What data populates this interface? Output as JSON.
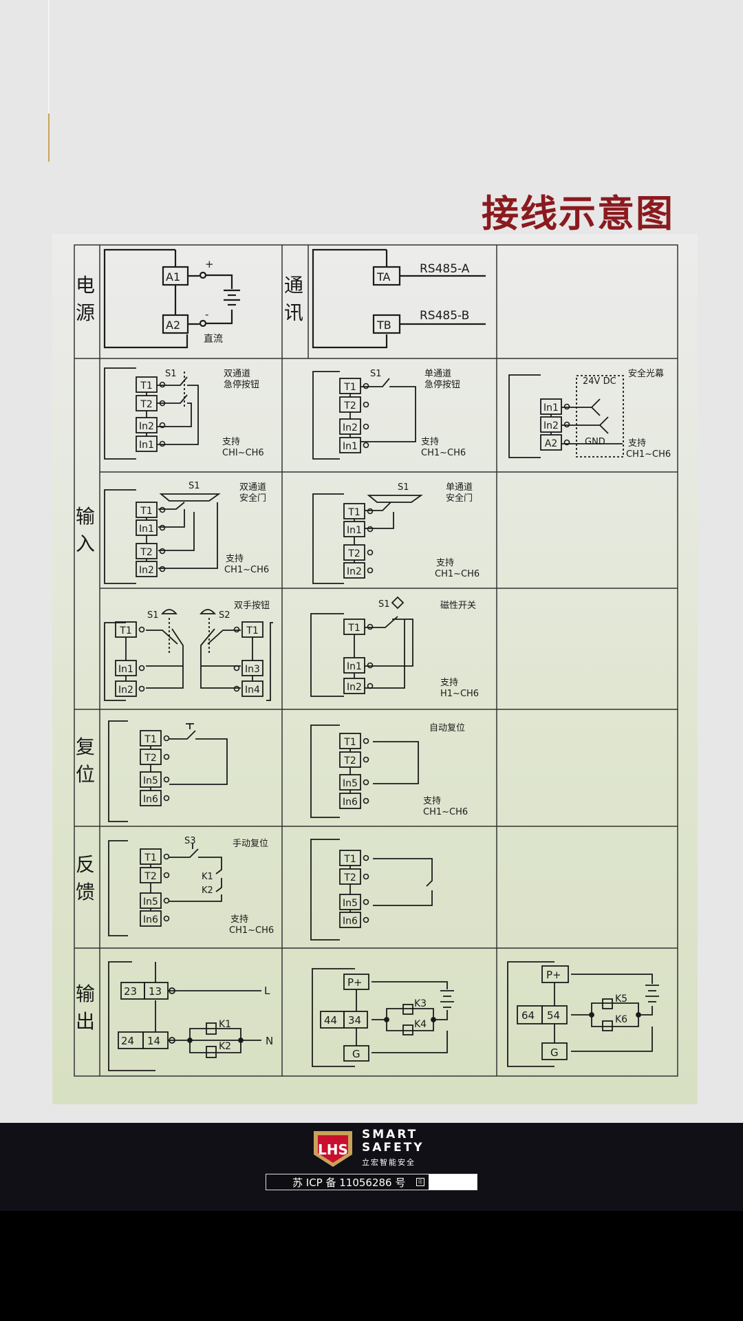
{
  "title": "接线示意图",
  "rows": [
    {
      "label": "电源"
    },
    {
      "label": "通讯"
    },
    {
      "label": "输入"
    },
    {
      "label": "复位"
    },
    {
      "label": "反馈"
    },
    {
      "label": "输出"
    }
  ],
  "power": {
    "t1": "A1",
    "t2": "A2",
    "plus": "+",
    "minus": "-",
    "caption": "直流"
  },
  "comm": {
    "t1": "TA",
    "t2": "TB",
    "line1": "RS485-A",
    "line2": "RS485-B"
  },
  "estop_dual": {
    "switch": "S1",
    "caption1": "双通道",
    "caption2": "急停按钮",
    "support1": "支持",
    "support2": "CHI~CH6",
    "terms": [
      "T1",
      "T2",
      "In2",
      "In1"
    ]
  },
  "estop_single": {
    "switch": "S1",
    "caption1": "单通道",
    "caption2": "急停按钮",
    "support1": "支持",
    "support2": "CH1~CH6",
    "terms": [
      "T1",
      "T2",
      "In2",
      "In1"
    ]
  },
  "light_curtain": {
    "caption": "安全光幕",
    "dc": "24V DC",
    "gnd": "GND",
    "support1": "支持",
    "support2": "CH1~CH6",
    "terms": [
      "In1",
      "In2",
      "A2"
    ]
  },
  "door_dual": {
    "switch": "S1",
    "caption1": "双通道",
    "caption2": "安全门",
    "support1": "支持",
    "support2": "CH1~CH6",
    "terms": [
      "T1",
      "In1",
      "T2",
      "In2"
    ]
  },
  "door_single": {
    "switch": "S1",
    "caption1": "单通道",
    "caption2": "安全门",
    "support1": "支持",
    "support2": "CH1~CH6",
    "terms": [
      "T1",
      "In1",
      "T2",
      "In2"
    ]
  },
  "two_hand": {
    "s1": "S1",
    "s2": "S2",
    "caption": "双手按钮",
    "left_terms": [
      "T1",
      "In1",
      "In2"
    ],
    "right_terms": [
      "T1",
      "In3",
      "In4"
    ]
  },
  "magnetic": {
    "switch": "S1",
    "caption": "磁性开关",
    "support1": "支持",
    "support2": "H1~CH6",
    "terms": [
      "T1",
      "In1",
      "In2"
    ]
  },
  "reset_manual": {
    "terms": [
      "T1",
      "T2",
      "In5",
      "In6"
    ]
  },
  "reset_auto": {
    "caption": "自动复位",
    "support1": "支持",
    "support2": "CH1~CH6",
    "terms": [
      "T1",
      "T2",
      "In5",
      "In6"
    ]
  },
  "feedback_manual": {
    "switch": "S3",
    "caption": "手动复位",
    "k1": "K1",
    "k2": "K2",
    "support1": "支持",
    "support2": "CH1~CH6",
    "terms": [
      "T1",
      "T2",
      "In5",
      "In6"
    ]
  },
  "feedback_auto": {
    "terms": [
      "T1",
      "T2",
      "In5",
      "In6"
    ]
  },
  "output_relay": {
    "t1a": "23",
    "t1b": "13",
    "t2a": "24",
    "t2b": "14",
    "l": "L",
    "n": "N",
    "k1": "K1",
    "k2": "K2"
  },
  "output_trans1": {
    "p": "P+",
    "a": "44",
    "b": "34",
    "g": "G",
    "k3": "K3",
    "k4": "K4"
  },
  "output_trans2": {
    "p": "P+",
    "a": "64",
    "b": "54",
    "g": "G",
    "k5": "K5",
    "k6": "K6"
  },
  "footer": {
    "brand1": "SMART",
    "brand2": "SAFETY",
    "brand3": "立宏智能安全",
    "logo": "LHS",
    "icp": "苏 ICP 备 11056286 号"
  }
}
